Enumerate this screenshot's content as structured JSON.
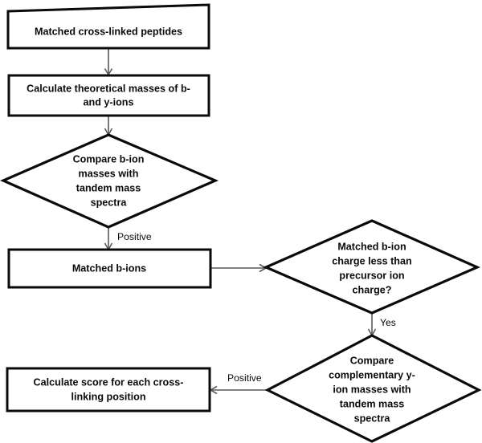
{
  "diagram": {
    "type": "flowchart",
    "title": "",
    "background_color": "#ffffff",
    "node_fill_color": "#ffffff",
    "node_stroke_color": "#0a0a0a",
    "connector_color": "#595959",
    "text_color": "#0a0a0a",
    "nodes": [
      {
        "id": "matched-cross-linked-peptides",
        "shape": "process",
        "label": "Matched cross-linked peptides",
        "lines": [
          "Matched cross-linked peptides"
        ]
      },
      {
        "id": "calculate-theoretical-masses",
        "shape": "process",
        "label": "Calculate theoretical masses of b- and y-ions",
        "lines": [
          "Calculate theoretical masses of b-",
          "and y-ions"
        ]
      },
      {
        "id": "compare-b-ion-masses",
        "shape": "decision",
        "label": "Compare b-ion masses with tandem mass spectra",
        "lines": [
          "Compare b-ion",
          "masses with",
          "tandem mass",
          "spectra"
        ]
      },
      {
        "id": "matched-b-ions",
        "shape": "process",
        "label": "Matched b-ions",
        "lines": [
          "Matched b-ions"
        ]
      },
      {
        "id": "matched-b-ion-charge",
        "shape": "decision",
        "label": "Matched b-ion charge less than precursor ion charge?",
        "lines": [
          "Matched b-ion",
          "charge less than",
          "precursor ion",
          "charge?"
        ]
      },
      {
        "id": "compare-complementary-y-ion-masses",
        "shape": "decision",
        "label": "Compare complementary y-ion masses with tandem mass spectra",
        "lines": [
          "Compare",
          "complementary y-",
          "ion masses with",
          "tandem mass",
          "spectra"
        ]
      },
      {
        "id": "calculate-score",
        "shape": "process",
        "label": "Calculate score for each cross-linking position",
        "lines": [
          "Calculate score for each cross-",
          "linking position"
        ]
      }
    ],
    "edges": [
      {
        "id": "edge-1",
        "from": "matched-cross-linked-peptides",
        "to": "calculate-theoretical-masses",
        "label": ""
      },
      {
        "id": "edge-2",
        "from": "calculate-theoretical-masses",
        "to": "compare-b-ion-masses",
        "label": ""
      },
      {
        "id": "edge-3",
        "from": "compare-b-ion-masses",
        "to": "matched-b-ions",
        "label": "Positive"
      },
      {
        "id": "edge-4",
        "from": "matched-b-ions",
        "to": "matched-b-ion-charge",
        "label": ""
      },
      {
        "id": "edge-5",
        "from": "matched-b-ion-charge",
        "to": "compare-complementary-y-ion-masses",
        "label": "Yes"
      },
      {
        "id": "edge-6",
        "from": "compare-complementary-y-ion-masses",
        "to": "calculate-score",
        "label": "Positive"
      }
    ]
  }
}
